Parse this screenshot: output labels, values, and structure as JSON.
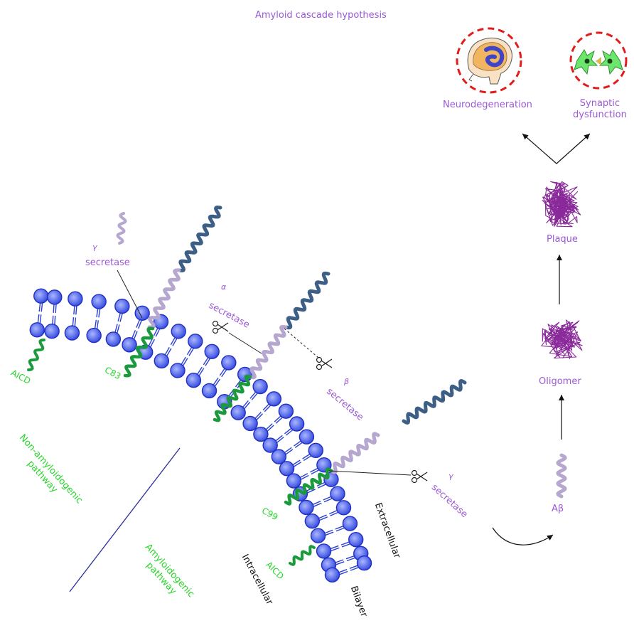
{
  "title": "Amyloid cascade hypothesis",
  "outcomes": {
    "neurodegeneration": "Neurodegeneration",
    "synaptic_dysfunction": "Synaptic\ndysfunction"
  },
  "cascade": {
    "plaque": "Plaque",
    "oligomer": "Oligomer",
    "abeta": "Aβ"
  },
  "enzymes": {
    "gamma_left_symbol": "γ",
    "gamma_left_label": "secretase",
    "alpha_symbol": "α",
    "alpha_label": "secretase",
    "beta_symbol": "β",
    "beta_label": "secretase",
    "gamma_right_symbol": "γ",
    "gamma_right_label": "secretase"
  },
  "fragments": {
    "aicd_left": "AICD",
    "c83": "C83",
    "c99": "C99",
    "aicd_right": "AICD"
  },
  "pathways": {
    "non_amyloidogenic": "Non-amyloidogenic\npathway",
    "amyloidogenic": "Amyloidogenic\npathway"
  },
  "membrane": {
    "extracellular": "Extracellular",
    "intracellular": "Intracellular",
    "bilayer": "Bilayer"
  },
  "colors": {
    "label_purple": "#9b59d6",
    "label_green": "#28d62a",
    "lipid_blue": "#6d7fe8",
    "app_dark_blue": "#3d5f86",
    "fragment_green": "#1a9a3c",
    "ab_lavender": "#b5a7cf",
    "highlight_red": "#e21b1b"
  }
}
